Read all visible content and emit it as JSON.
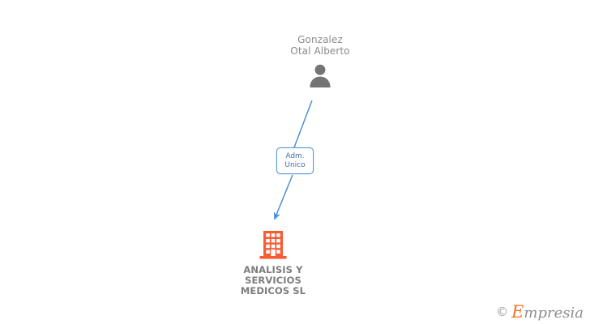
{
  "diagram": {
    "title": "shareholder-relationship-diagram",
    "background_color": "#ffffff",
    "person": {
      "name": "Gonzalez\nOtal Alberto",
      "icon": "person-icon",
      "icon_color": "#747474",
      "text_color": "#8a8a8a"
    },
    "relation": {
      "line1": "Adm.",
      "line2": "Unico",
      "border_color": "#5b9bd5",
      "text_color": "#3f6fa8",
      "background_color": "#ffffff"
    },
    "company": {
      "name": "ANALISIS Y\nSERVICIOS\nMEDICOS SL",
      "icon": "building-icon",
      "icon_color": "#f95b35",
      "text_color": "#7d7d7d"
    },
    "connectors": {
      "color": "#4a8fd4",
      "person_to_relation": "line",
      "relation_to_company": "arrow"
    }
  },
  "watermark": {
    "copyright_symbol": "©",
    "brand_initial": "E",
    "brand_rest": "mpresia",
    "brand_initial_color": "#f4711f",
    "brand_text_color": "#8d8d8d"
  }
}
